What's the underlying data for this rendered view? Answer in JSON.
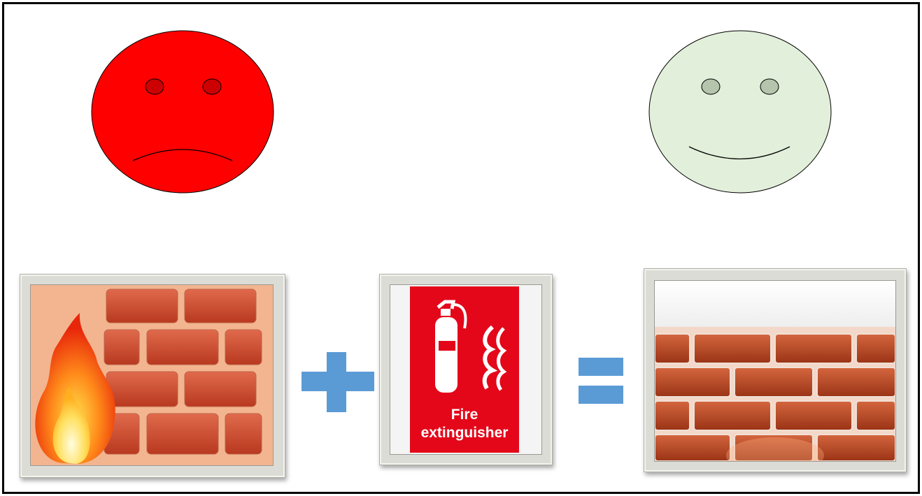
{
  "sign": {
    "line1": "Fire",
    "line2": "extinguisher",
    "background": "#e4071a"
  },
  "faces": {
    "sad": {
      "fill": "#ff0000",
      "eye": "#cc0000",
      "mood": "sad"
    },
    "happy": {
      "fill": "#e2efda",
      "eye": "#b5c4ac",
      "mood": "happy"
    }
  },
  "operators": {
    "plus": "plus",
    "equals": "equals",
    "color": "#5b9bd5"
  },
  "icons": [
    "burning-wall",
    "fire-extinguisher-sign",
    "brick-wall"
  ]
}
